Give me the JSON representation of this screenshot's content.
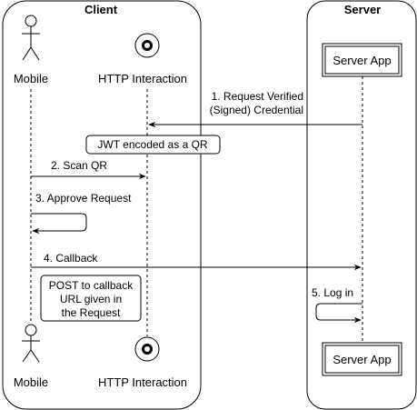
{
  "groups": {
    "client_title": "Client",
    "server_title": "Server"
  },
  "actors": {
    "mobile_top_label": "Mobile",
    "mobile_bottom_label": "Mobile",
    "http_top_label": "HTTP Interaction",
    "http_bottom_label": "HTTP Interaction",
    "server_app_top_label": "Server App",
    "server_app_bottom_label": "Server App"
  },
  "messages": {
    "m1_line1": "1. Request Verified",
    "m1_line2": "(Signed) Credential",
    "m2": "2. Scan QR",
    "m3": "3. Approve Request",
    "m4": "4. Callback",
    "m5": "5. Log in"
  },
  "notes": {
    "jwt_note": "JWT encoded as a QR",
    "post_note_line1": "POST to callback",
    "post_note_line2": "URL given in",
    "post_note_line3": "the Request"
  },
  "colors": {
    "stroke": "#000000",
    "background": "#ffffff"
  },
  "icons": {
    "actor": "stick-figure-icon",
    "boundary": "target-circle-icon"
  }
}
